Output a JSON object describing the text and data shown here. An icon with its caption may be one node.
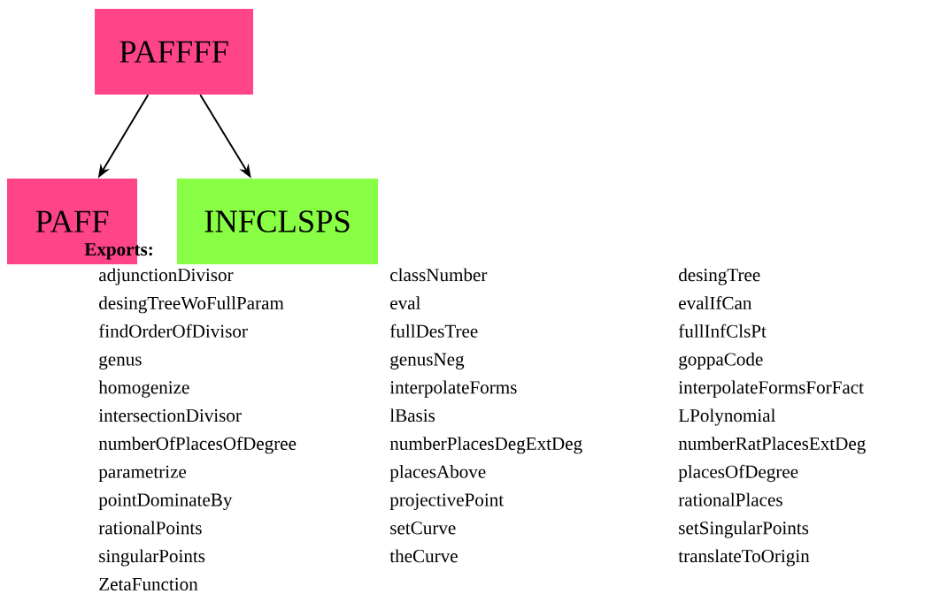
{
  "diagram": {
    "nodes": [
      {
        "text": [
          "PAFFFF"
        ]
      },
      {
        "text": [
          "PAFF"
        ]
      },
      {
        "text": [
          "INFCLSPS"
        ]
      }
    ],
    "edges": [
      {
        "from": 0,
        "to": 1,
        "arrow": "to"
      },
      {
        "from": 0,
        "to": 2,
        "arrow": "to"
      }
    ],
    "labels": [
      "Exports:",
      "adjunctionDivisor",
      "classNumber",
      "desingTree",
      "desingTreeWoFullParam",
      "eval",
      "evalIfCan",
      "findOrderOfDivisor",
      "fullDesTree",
      "fullInfClsPt",
      "genus",
      "genusNeg",
      "goppaCode",
      "homogenize",
      "interpolateForms",
      "interpolateFormsForFact",
      "intersectionDivisor",
      "lBasis",
      "LPolynomial",
      "numberOfPlacesOfDegree",
      "numberPlacesDegExtDeg",
      "numberRatPlacesExtDeg",
      "parametrize",
      "placesAbove",
      "placesOfDegree",
      "pointDominateBy",
      "projectivePoint",
      "rationalPlaces",
      "rationalPoints",
      "setCurve",
      "setSingularPoints",
      "singularPoints",
      "theCurve",
      "translateToOrigin",
      "ZetaFunction"
    ]
  }
}
